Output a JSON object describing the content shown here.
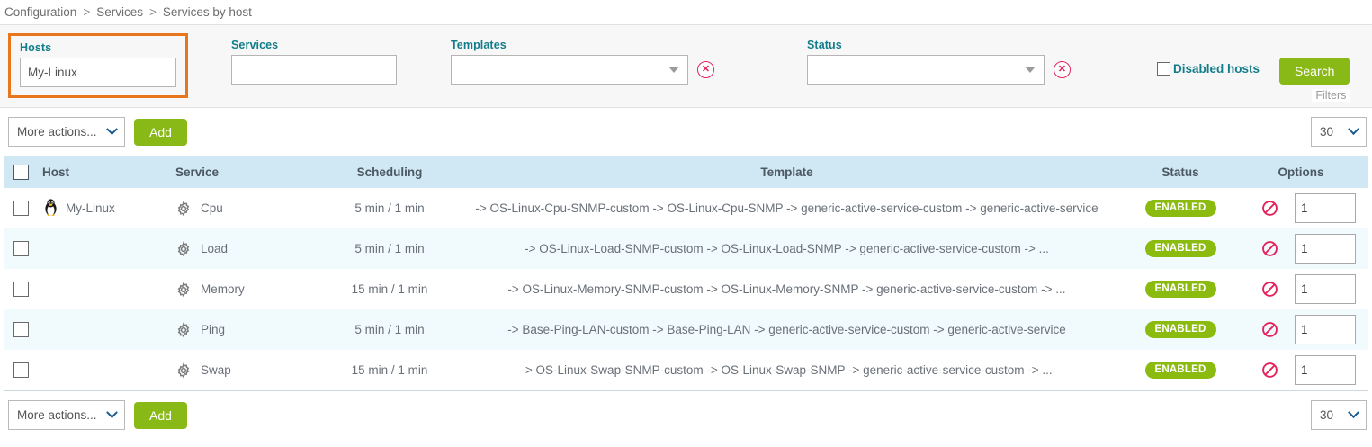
{
  "breadcrumb": {
    "items": [
      "Configuration",
      "Services",
      "Services by host"
    ],
    "separator": ">"
  },
  "filters": {
    "hosts": {
      "label": "Hosts",
      "value": "My-Linux",
      "placeholder": ""
    },
    "services": {
      "label": "Services",
      "value": "",
      "placeholder": ""
    },
    "templates": {
      "label": "Templates",
      "value": "",
      "clear_icon": "clear-circle-icon"
    },
    "status": {
      "label": "Status",
      "value": "",
      "clear_icon": "clear-circle-icon"
    },
    "disabled_hosts": {
      "label": "Disabled hosts",
      "checked": false
    },
    "search_button": "Search",
    "panel_label": "Filters",
    "highlight_color": "#e8761c",
    "label_color": "#127d8a",
    "button_color": "#88b917"
  },
  "toolbar_top": {
    "more_actions": "More actions...",
    "add_button": "Add",
    "page_size": "30"
  },
  "toolbar_bottom": {
    "more_actions": "More actions...",
    "add_button": "Add",
    "page_size": "30"
  },
  "table": {
    "columns": [
      "Host",
      "Service",
      "Scheduling",
      "Template",
      "Status",
      "Options"
    ],
    "header_bg": "#cfe8f3",
    "rows": [
      {
        "host": "My-Linux",
        "host_icon": "linux-penguin-icon",
        "service": "Cpu",
        "service_icon": "gear-icon",
        "scheduling": "5 min / 1 min",
        "template": "-> OS-Linux-Cpu-SNMP-custom -> OS-Linux-Cpu-SNMP -> generic-active-service-custom -> generic-active-service",
        "status": "ENABLED",
        "option_value": "1"
      },
      {
        "host": "",
        "host_icon": "",
        "service": "Load",
        "service_icon": "gear-icon",
        "scheduling": "5 min / 1 min",
        "template": "-> OS-Linux-Load-SNMP-custom -> OS-Linux-Load-SNMP -> generic-active-service-custom -> ...",
        "status": "ENABLED",
        "option_value": "1"
      },
      {
        "host": "",
        "host_icon": "",
        "service": "Memory",
        "service_icon": "gear-icon",
        "scheduling": "15 min / 1 min",
        "template": "-> OS-Linux-Memory-SNMP-custom -> OS-Linux-Memory-SNMP -> generic-active-service-custom -> ...",
        "status": "ENABLED",
        "option_value": "1"
      },
      {
        "host": "",
        "host_icon": "",
        "service": "Ping",
        "service_icon": "gear-icon",
        "scheduling": "5 min / 1 min",
        "template": "-> Base-Ping-LAN-custom -> Base-Ping-LAN -> generic-active-service-custom -> generic-active-service",
        "status": "ENABLED",
        "option_value": "1"
      },
      {
        "host": "",
        "host_icon": "",
        "service": "Swap",
        "service_icon": "gear-icon",
        "scheduling": "15 min / 1 min",
        "template": "-> OS-Linux-Swap-SNMP-custom -> OS-Linux-Swap-SNMP -> generic-active-service-custom -> ...",
        "status": "ENABLED",
        "option_value": "1"
      }
    ],
    "status_badge_color": "#8cbb10",
    "disable_icon": "no-entry-icon"
  }
}
